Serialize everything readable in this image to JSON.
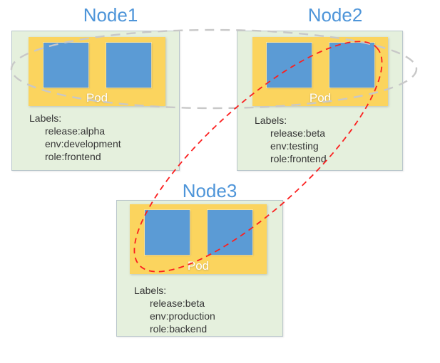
{
  "diagram": {
    "nodes": [
      {
        "title": "Node1",
        "pod_label": "Pod",
        "labels_heading": "Labels:",
        "labels": [
          "release:alpha",
          "env:development",
          "role:frontend"
        ],
        "container_count": 2
      },
      {
        "title": "Node2",
        "pod_label": "Pod",
        "labels_heading": "Labels:",
        "labels": [
          "release:beta",
          "env:testing",
          "role:frontend"
        ],
        "container_count": 2
      },
      {
        "title": "Node3",
        "pod_label": "Pod",
        "labels_heading": "Labels:",
        "labels": [
          "release:beta",
          "env:production",
          "role:backend"
        ],
        "container_count": 2
      }
    ],
    "colors": {
      "node_fill": "#e5f0dd",
      "node_border": "#b9c6cb",
      "pod_fill": "#fbd45e",
      "container_fill": "#5b9bd5",
      "title_text": "#4e95d9",
      "pod_text": "#ffffff",
      "label_text": "#363636",
      "selector_red": "#fb2020",
      "selector_gray": "#c8c8c8"
    }
  }
}
